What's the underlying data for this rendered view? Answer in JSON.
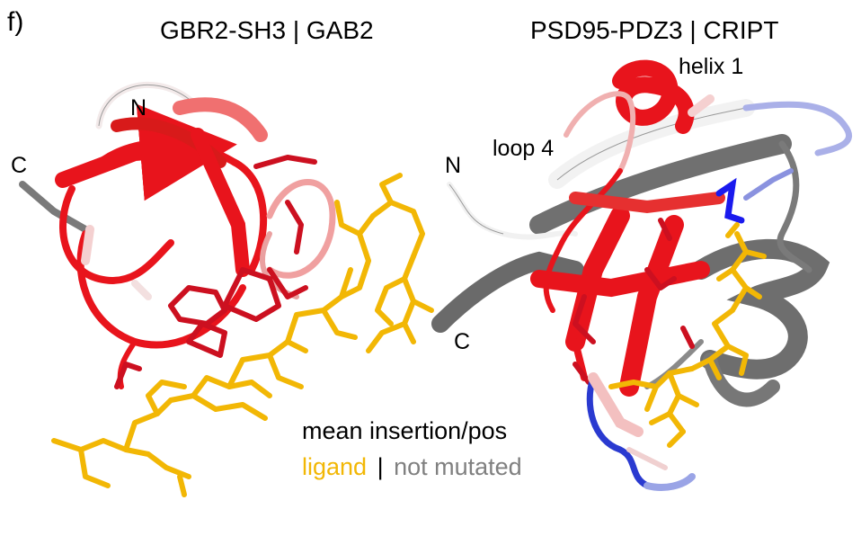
{
  "panel": {
    "letter": "f)"
  },
  "structures": [
    {
      "title": "GBR2-SH3 | GAB2",
      "terminal_labels": {
        "n": "N",
        "c": "C"
      }
    },
    {
      "title": "PSD95-PDZ3 | CRIPT",
      "terminal_labels": {
        "n": "N",
        "c": "C"
      },
      "region_labels": {
        "helix": "helix 1",
        "loop": "loop 4"
      }
    }
  ],
  "legend": {
    "heading": "mean insertion/pos",
    "ligand": "ligand",
    "separator": "|",
    "not_mutated": "not mutated"
  },
  "colors": {
    "high": "#e8141c",
    "mid": "#f09a9a",
    "low": "#f4f4f4",
    "negative": "#2233cc",
    "ligand": "#f2b705",
    "not_mutated": "#808080"
  }
}
